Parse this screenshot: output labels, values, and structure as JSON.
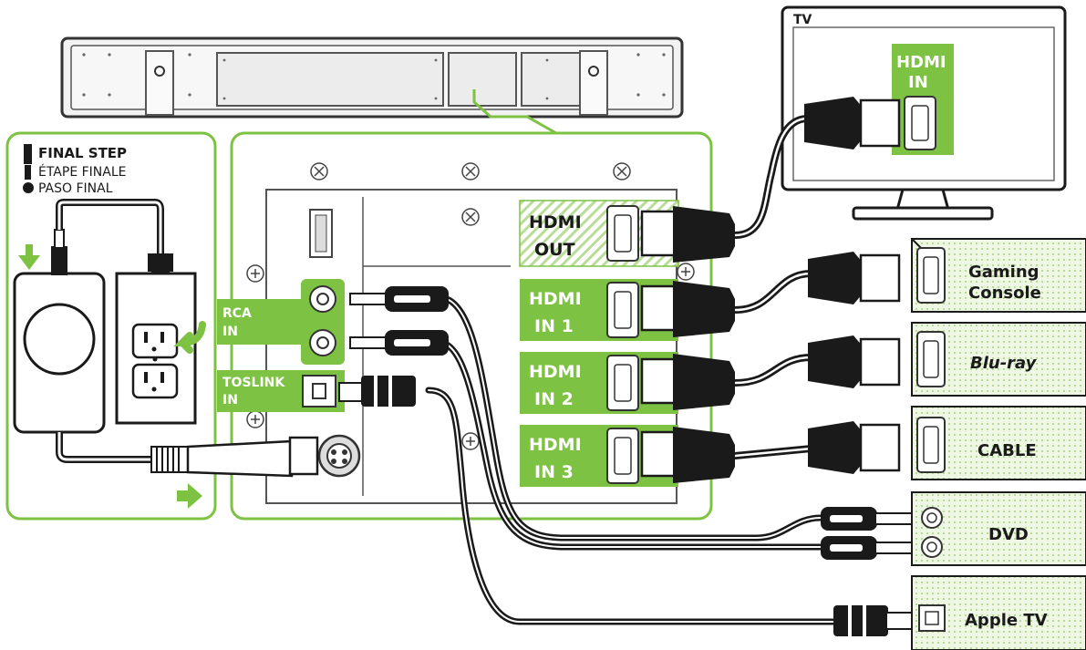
{
  "final_step": {
    "en": "FINAL STEP",
    "fr": "ÉTAPE FINALE",
    "es": "PASO FINAL"
  },
  "tv": {
    "title": "TV",
    "port_line1": "HDMI",
    "port_line2": "IN"
  },
  "soundbar_ports": {
    "hdmi_out": [
      "HDMI",
      "OUT"
    ],
    "hdmi_in_1": [
      "HDMI",
      "IN 1"
    ],
    "hdmi_in_2": [
      "HDMI",
      "IN 2"
    ],
    "hdmi_in_3": [
      "HDMI",
      "IN 3"
    ],
    "rca_in": [
      "RCA",
      "IN"
    ],
    "toslink_in": [
      "TOSLINK",
      "IN"
    ]
  },
  "devices": {
    "gaming": [
      "Gaming",
      "Console"
    ],
    "bluray": "Blu-ray",
    "cable": "CABLE",
    "dvd": "DVD",
    "apple_tv": "Apple TV"
  },
  "colors": {
    "accent_green": "#7dc242",
    "light_green": "#a4d37a",
    "device_fill": "#e5f1d8",
    "cable": "#1a1a1a",
    "outline": "#333333"
  },
  "icons": [
    "power-adapter-icon",
    "wall-outlet-icon",
    "arrow-right-icon",
    "arrow-down-icon",
    "hdmi-port-icon",
    "rca-jack-icon",
    "optical-port-icon",
    "usb-port-icon",
    "screw-icon"
  ]
}
